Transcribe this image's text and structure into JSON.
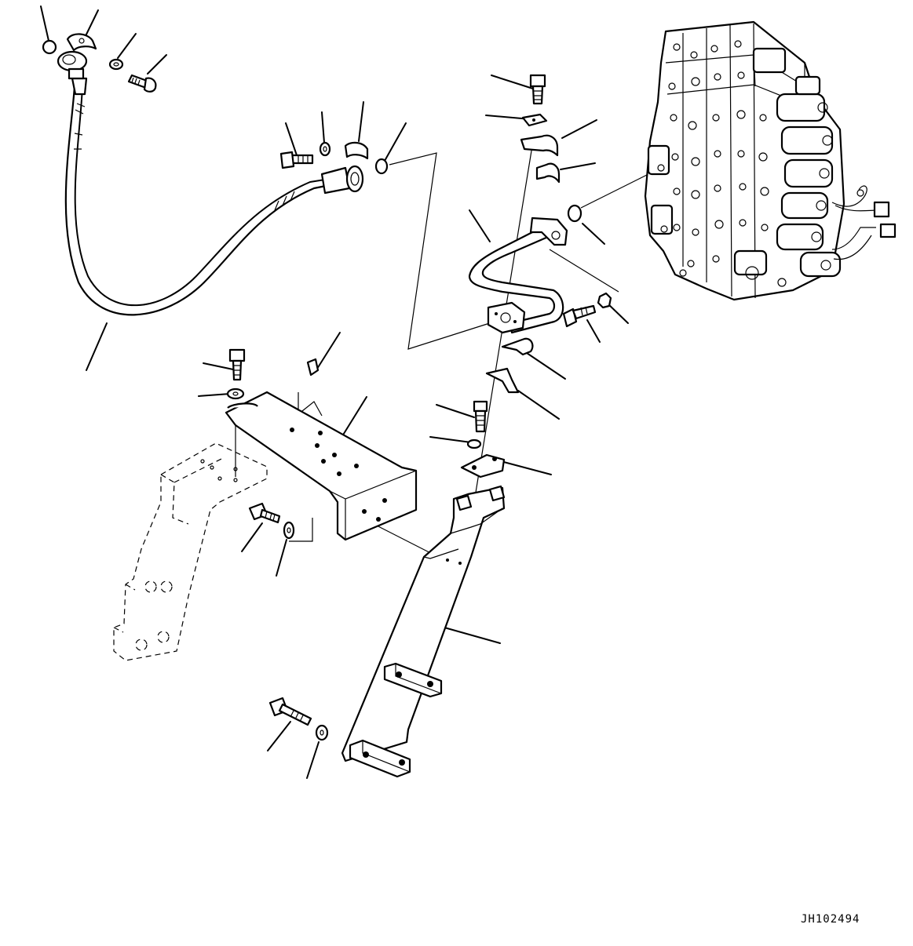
{
  "drawing": {
    "code": "JH102494"
  },
  "parts": [
    {
      "id": "hose",
      "icon": "flexible-hose-icon"
    },
    {
      "id": "tube",
      "icon": "bent-tube-icon"
    },
    {
      "id": "control-valve",
      "icon": "control-valve-assembly-icon"
    },
    {
      "id": "upper-bracket",
      "icon": "mounting-bracket-icon"
    },
    {
      "id": "lower-bracket",
      "icon": "support-bracket-icon"
    },
    {
      "id": "frame",
      "icon": "frame-phantom-icon"
    },
    {
      "id": "bolts",
      "icon": "bolt-icon"
    },
    {
      "id": "washers",
      "icon": "washer-icon"
    },
    {
      "id": "clamps",
      "icon": "clamp-icon"
    },
    {
      "id": "o-rings",
      "icon": "o-ring-icon"
    }
  ]
}
